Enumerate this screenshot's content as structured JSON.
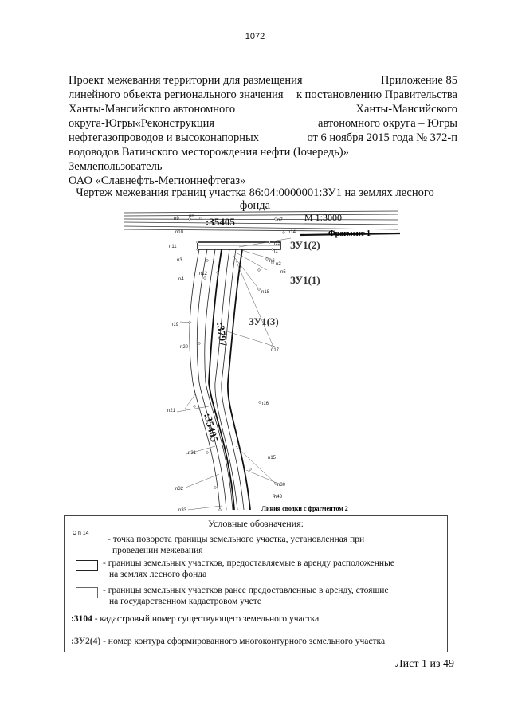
{
  "page_number": "1072",
  "header_left": [
    "Проект межевания территории для размещения",
    "линейного объекта регионального значения",
    "Ханты-Мансийского автономного",
    "округа-Югры«Реконструкция",
    "нефтегазопроводов и высоконапорных",
    "водоводов Ватинского месторождения нефти (Iочередь)»",
    "Землепользователь",
    "ОАО «Славнефть-Мегионнефтегаз»"
  ],
  "header_right": [
    "Приложение 85",
    "к постановлению Правительства",
    "Ханты-Мансийского",
    "автономного округа – Югры",
    "от 6 ноября 2015 года № 372-п"
  ],
  "drawing_title": [
    "Чертеж межевания границ участка 86:04:0000001:ЗУ1 на землях лесного",
    "фонда"
  ],
  "map": {
    "scale": "М 1:3000",
    "fragment": "Фрагмент 1",
    "junction_line": "Линия сводки с фрагментом 2",
    "cadastral": [
      ":35405",
      ":3797",
      ":35405"
    ],
    "contours": [
      "ЗУ1(2)",
      "ЗУ1(1)",
      "ЗУ1(3)"
    ],
    "points": [
      "n9",
      "n8",
      "n7",
      "n14",
      "n13",
      "n1",
      "n10",
      "n11",
      "n3",
      "n4",
      "n12",
      "n6",
      "n2",
      "n5",
      "n18",
      "n19",
      "n20",
      "n17",
      "n16",
      "n21",
      "n31",
      "n15",
      "n32",
      "n30",
      "n43",
      "n33"
    ]
  },
  "legend": {
    "title": "Условные обозначения:",
    "point_symbol": "n 14",
    "items": [
      {
        "text": [
          "- точка поворота границы земельного участка, установленная при",
          "проведении межевания"
        ]
      },
      {
        "text": [
          "- границы земельных участков, предоставляемые в аренду расположенные",
          "на землях лесного фонда"
        ]
      },
      {
        "text": [
          "- границы земельных участков ранее предоставленные в аренду, стоящие",
          "на государственном кадастровом учете"
        ]
      },
      {
        "symbol": ":3104",
        "text": [
          "- кадастровый номер существующего земельного участка"
        ]
      },
      {
        "symbol": ":ЗУ2(4)",
        "text": [
          "- номер контура сформированного многоконтурного земельного участка"
        ]
      }
    ]
  },
  "sheet": "Лист 1 из 49"
}
